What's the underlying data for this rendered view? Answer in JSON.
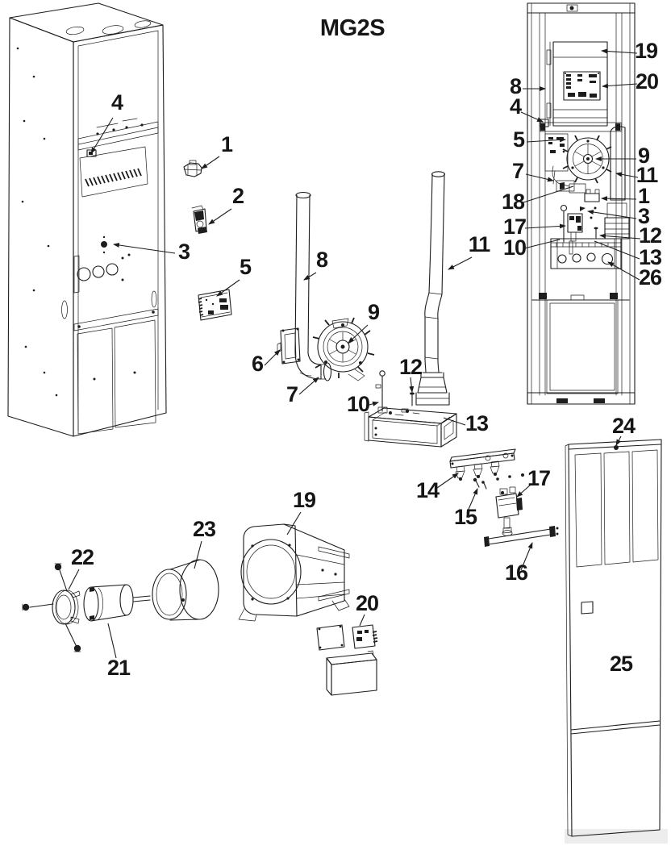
{
  "diagram": {
    "title": "MG2S",
    "type": "exploded-parts-diagram",
    "colors": {
      "line": "#1d1d1d",
      "background": "#ffffff"
    },
    "labels": [
      {
        "ref": "cabinet-latch",
        "text": "4"
      },
      {
        "ref": "bushing",
        "text": "1"
      },
      {
        "ref": "sensor-bracket",
        "text": "2"
      },
      {
        "ref": "cabinet-knob",
        "text": "3"
      },
      {
        "ref": "control-board",
        "text": "5"
      },
      {
        "ref": "exhaust-pipe",
        "text": "8"
      },
      {
        "ref": "mounting-plate",
        "text": "6"
      },
      {
        "ref": "elbow",
        "text": "7"
      },
      {
        "ref": "inducer-blower",
        "text": "9"
      },
      {
        "ref": "sensor-rod",
        "text": "10"
      },
      {
        "ref": "flue-pipe",
        "text": "11"
      },
      {
        "ref": "screw",
        "text": "12"
      },
      {
        "ref": "burner-box",
        "text": "13"
      },
      {
        "ref": "manifold",
        "text": "14"
      },
      {
        "ref": "orifice",
        "text": "15"
      },
      {
        "ref": "gas-valve",
        "text": "17"
      },
      {
        "ref": "gas-pipe",
        "text": "16"
      },
      {
        "ref": "asm-blower-housing",
        "text": "19"
      },
      {
        "ref": "asm-control-board",
        "text": "20"
      },
      {
        "ref": "asm-exhaust-pipe",
        "text": "8"
      },
      {
        "ref": "asm-latch",
        "text": "4"
      },
      {
        "ref": "asm-board",
        "text": "5"
      },
      {
        "ref": "asm-elbow",
        "text": "7"
      },
      {
        "ref": "asm-inducer",
        "text": "9"
      },
      {
        "ref": "asm-flue",
        "text": "11"
      },
      {
        "ref": "asm-coupling",
        "text": "18"
      },
      {
        "ref": "asm-bushing",
        "text": "1"
      },
      {
        "ref": "asm-valve",
        "text": "17"
      },
      {
        "ref": "asm-knob",
        "text": "3"
      },
      {
        "ref": "asm-rod",
        "text": "10"
      },
      {
        "ref": "asm-screw",
        "text": "12"
      },
      {
        "ref": "asm-burner-box",
        "text": "13"
      },
      {
        "ref": "asm-sight-hole",
        "text": "26"
      },
      {
        "ref": "door-top",
        "text": "24"
      },
      {
        "ref": "door-panel",
        "text": "25"
      },
      {
        "ref": "motor-mount",
        "text": "22"
      },
      {
        "ref": "blower-wheel",
        "text": "23"
      },
      {
        "ref": "blower-housing",
        "text": "19"
      },
      {
        "ref": "blower-motor",
        "text": "21"
      },
      {
        "ref": "blower-board",
        "text": "20"
      }
    ]
  }
}
